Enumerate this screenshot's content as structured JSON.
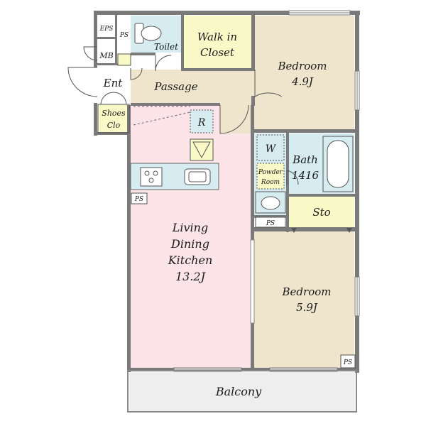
{
  "colors": {
    "living": "#fde4e8",
    "bedroom": "#eee5cc",
    "wet": "#d6ecf1",
    "storage": "#fafac8",
    "passage": "#eee5cc",
    "balcony": "#eeeeee",
    "wall": "#7a7a7a"
  },
  "labels": {
    "eps": "EPS",
    "ps": "PS",
    "toilet": "Toilet",
    "walk_in_line1": "Walk in",
    "walk_in_line2": "Closet",
    "bedroom_top": "Bedroom",
    "bedroom_top_size": "4.9J",
    "mb": "MB",
    "ent": "Ent",
    "passage": "Passage",
    "shoes_line1": "Shoes",
    "shoes_line2": "Clo",
    "refrigerator": "R",
    "washer": "W",
    "bath_line1": "Bath",
    "bath_line2": "1416",
    "powder_line1": "Powder",
    "powder_line2": "Room",
    "ps_kitchen": "PS",
    "ps_powder": "PS",
    "storage": "Sto",
    "ldk_line1": "Living",
    "ldk_line2": "Dining",
    "ldk_line3": "Kitchen",
    "ldk_size": "13.2J",
    "bedroom_bottom": "Bedroom",
    "bedroom_bottom_size": "5.9J",
    "ps_bedroom": "PS",
    "balcony": "Balcony"
  }
}
